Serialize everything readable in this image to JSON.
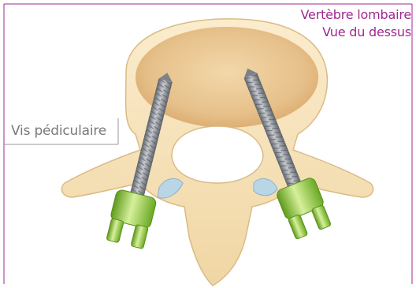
{
  "figure": {
    "title_line1": "Vertèbre lombaire",
    "title_line2": "Vue du dessus",
    "callout": "Vis pédiculaire"
  },
  "colors": {
    "title": "#a0288f",
    "border": "#a0288f",
    "bone": "#f6e2b8",
    "vertebral_body": "#e8c48f",
    "screw": "#8a8f96",
    "screw_head": "#8cc43a",
    "callout_line": "#9a9a9a"
  },
  "icons": {
    "vertebra": "lumbar-vertebra-top-view",
    "screw": "pedicle-screw"
  }
}
